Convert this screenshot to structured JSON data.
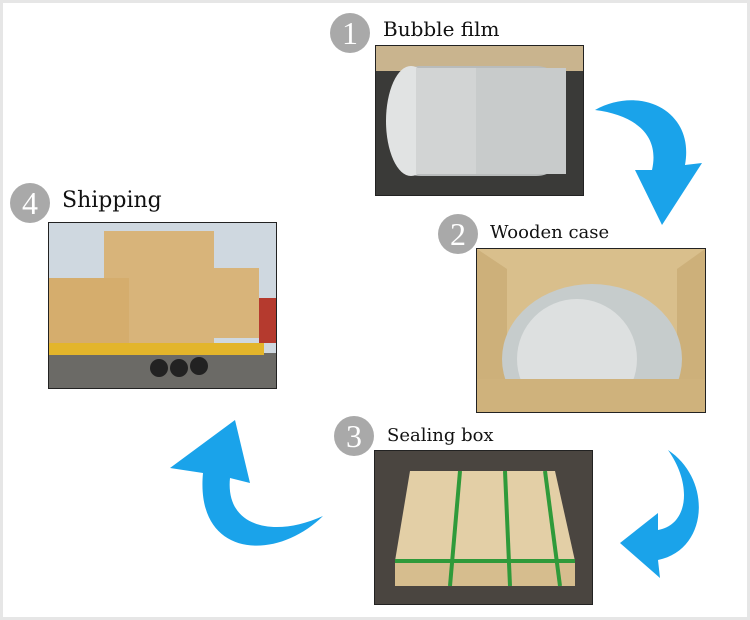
{
  "steps": [
    {
      "number": "1",
      "label": "Bubble film"
    },
    {
      "number": "2",
      "label": "Wooden case"
    },
    {
      "number": "3",
      "label": "Sealing box"
    },
    {
      "number": "4",
      "label": "Shipping"
    }
  ],
  "colors": {
    "arrow": "#1aa3ea",
    "badge": "#a9a9a9"
  }
}
